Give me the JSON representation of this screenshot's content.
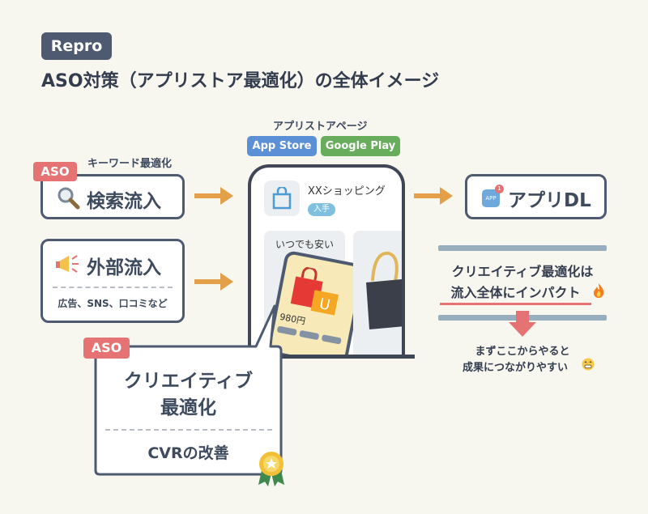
{
  "header": {
    "brand": "Repro",
    "title": "ASO対策（アプリストア最適化）の全体イメージ"
  },
  "left": {
    "keyword_label": "キーワード最適化",
    "aso_tag": "ASO",
    "search_box": "検索流入",
    "external_box": "外部流入",
    "external_sub": "広告、SNS、口コミなど"
  },
  "store": {
    "label": "アプリストアページ",
    "badges": [
      "App Store",
      "Google Play"
    ],
    "app_name": "XXショッピング",
    "install_button": "入手",
    "card_title": "いつでも安い",
    "price": "980円"
  },
  "bubble": {
    "aso_tag": "ASO",
    "line1": "クリエイティブ",
    "line2": "最適化",
    "sub": "CVRの改善"
  },
  "result": {
    "app_dl": "アプリDL",
    "app_icon_label": "APP",
    "badge_count": "1"
  },
  "right": {
    "message_line1": "クリエイティブ最適化は",
    "message_line2": "流入全体にインパクト",
    "note_line1": "まずここからやると",
    "note_line2": "成果につながりやすい"
  },
  "icons": {
    "search": "magnifier-icon",
    "external": "megaphone-icon",
    "fire": "fire-icon",
    "smile": "grin-icon",
    "medal": "medal-icon",
    "bag": "shopping-bag-icon"
  },
  "colors": {
    "navy": "#4d5a70",
    "aso_red": "#e57373",
    "arrow_orange": "#e3a048",
    "app_store_blue": "#5b8fd6",
    "google_play_green": "#67ad5b",
    "divider_blue": "#98adbe"
  }
}
